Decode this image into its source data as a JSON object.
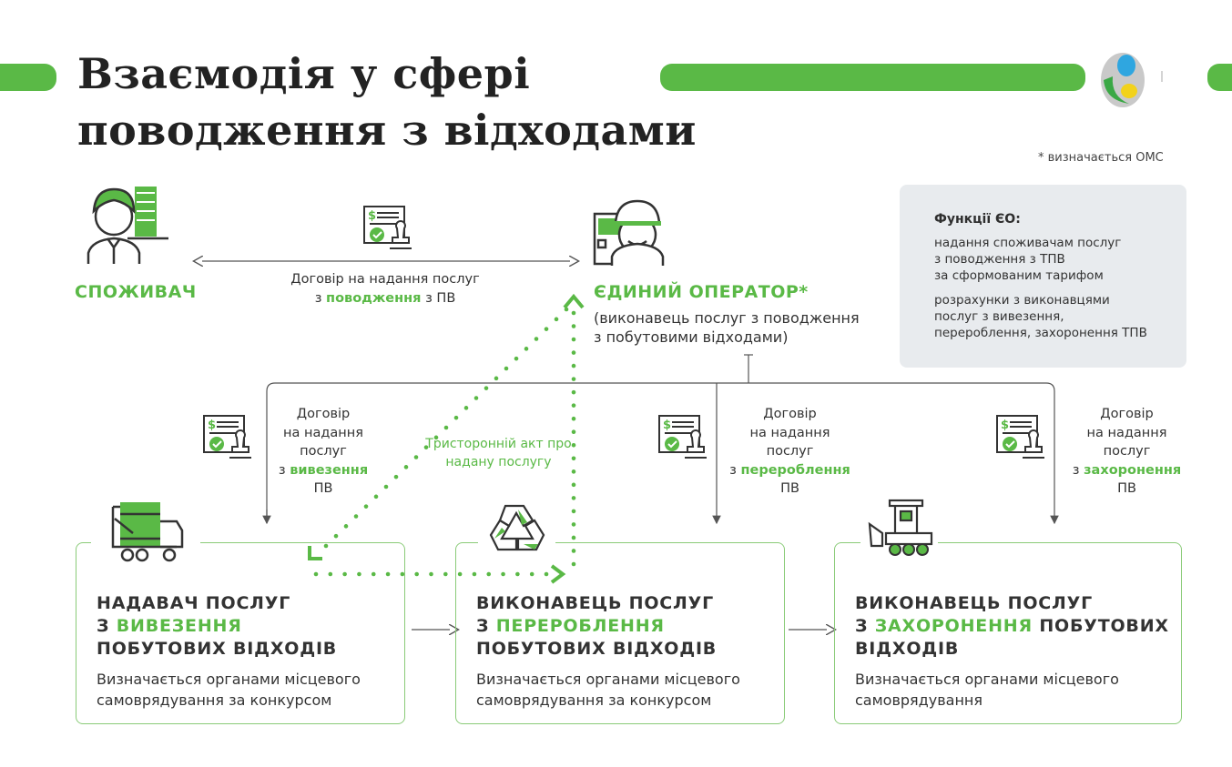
{
  "header": {
    "title_line1": "Взаємодія у сфері",
    "title_line2": "поводження з відходами",
    "note": "* визначається ОМС",
    "logo_icon": "ministry-logo"
  },
  "colors": {
    "accent": "#5ab946",
    "panel": "#e8ebee",
    "text": "#2e2e2e"
  },
  "consumer": {
    "label": "СПОЖИВАЧ",
    "icon": "consumer-person-icon"
  },
  "consumer_contract": {
    "line1": "Договір на надання послуг",
    "pre": "з ",
    "highlight": "поводження",
    "post": " з ПВ"
  },
  "operator": {
    "label": "ЄДИНИЙ ОПЕРАТОР*",
    "sub1": "(виконавець послуг з поводження",
    "sub2": "з побутовими відходами)"
  },
  "functions": {
    "heading": "Функції ЄО:",
    "item1": [
      "надання споживачам послуг",
      "з поводження з ТПВ",
      "за сформованим тарифом"
    ],
    "item2": [
      "розрахунки з виконавцями",
      "послуг з вивезення,",
      "перероблення, захоронення ТПВ"
    ]
  },
  "contracts": [
    {
      "l1": "Договір",
      "l2": "на надання",
      "l3": "послуг",
      "pre": "з ",
      "highlight": "вивезення",
      "l5": "ПВ"
    },
    {
      "l1": "Договір",
      "l2": "на надання",
      "l3": "послуг",
      "pre": "з ",
      "highlight": "перероблення",
      "l5": "ПВ"
    },
    {
      "l1": "Договір",
      "l2": "на надання",
      "l3": "послуг",
      "pre": "з ",
      "highlight": "захоронення",
      "l5": "ПВ"
    }
  ],
  "tripartite": {
    "line1": "Тристоронній акт про",
    "line2": "надану послугу"
  },
  "providers": [
    {
      "t1": "НАДАВАЧ ПОСЛУГ",
      "t2pre": "З ",
      "t2hl": "ВИВЕЗЕННЯ",
      "t2post": "",
      "t3": "ПОБУТОВИХ ВІДХОДІВ",
      "d1": "Визначається органами місцевого",
      "d2": "самоврядування за конкурсом"
    },
    {
      "t1": "ВИКОНАВЕЦЬ ПОСЛУГ",
      "t2pre": "З ",
      "t2hl": "ПЕРЕРОБЛЕННЯ",
      "t2post": "",
      "t3": "ПОБУТОВИХ ВІДХОДІВ",
      "d1": "Визначається органами місцевого",
      "d2": "самоврядування за конкурсом"
    },
    {
      "t1": "ВИКОНАВЕЦЬ ПОСЛУГ",
      "t2pre": "З ",
      "t2hl": "ЗАХОРОНЕННЯ",
      "t2post": " ПОБУТОВИХ",
      "t3": "ВІДХОДІВ",
      "d1": "Визначається органами місцевого",
      "d2": "самоврядування"
    }
  ]
}
